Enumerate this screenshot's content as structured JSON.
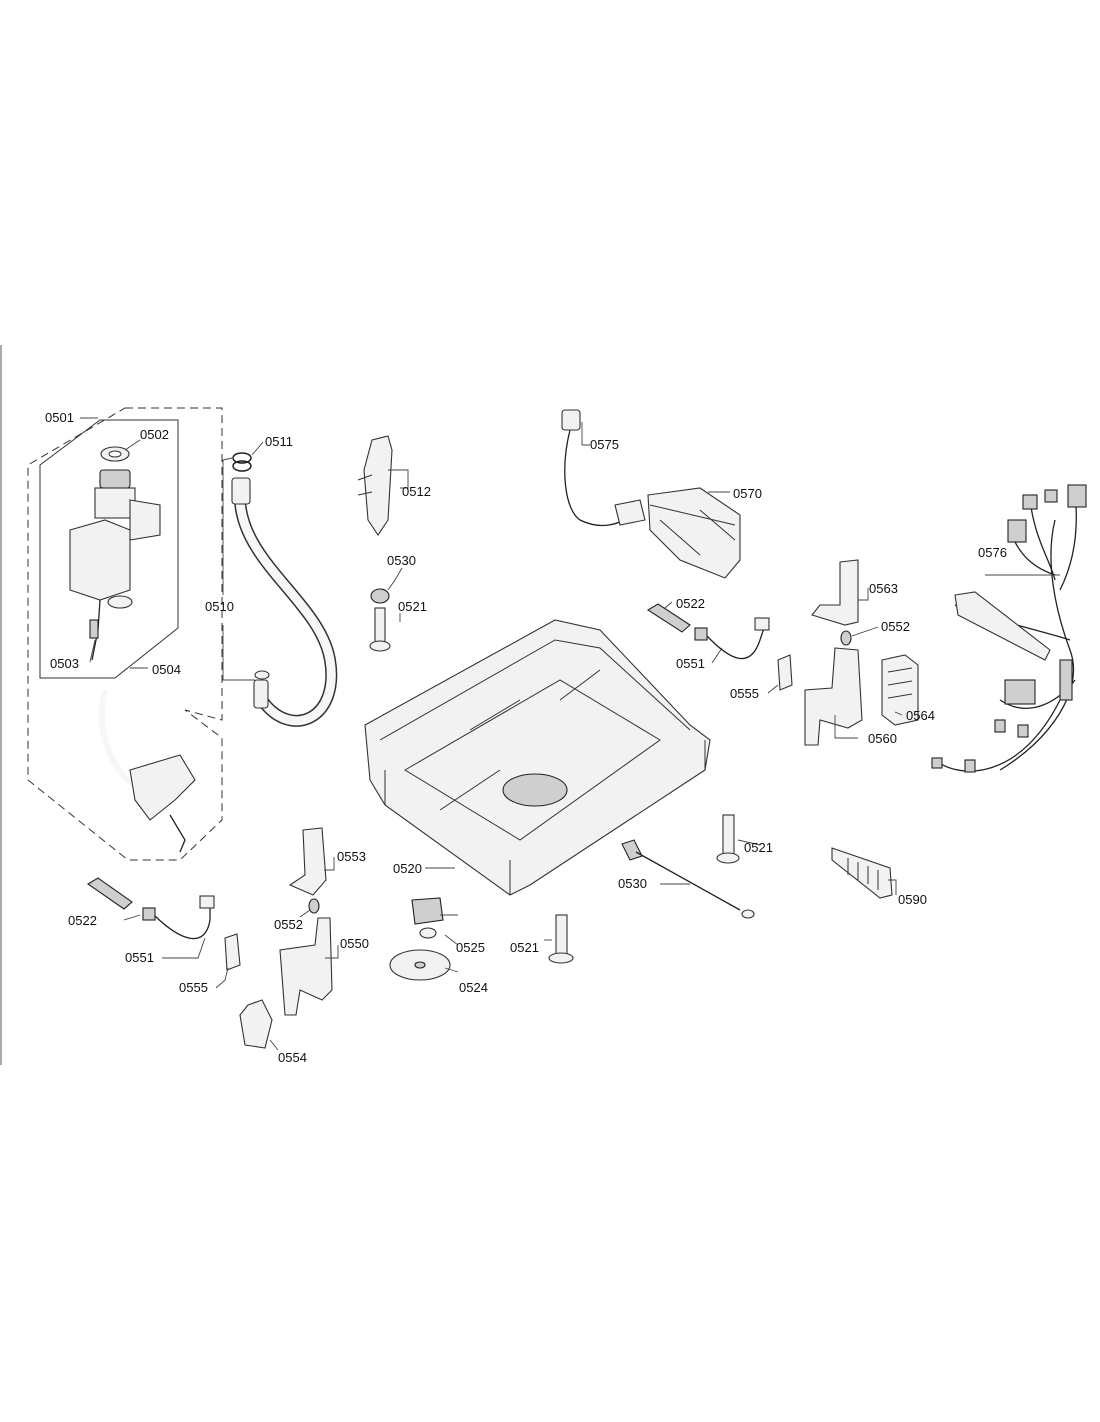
{
  "labels": {
    "l0501": "0501",
    "l0502": "0502",
    "l0503": "0503",
    "l0504": "0504",
    "l0510": "0510",
    "l0511": "0511",
    "l0512": "0512",
    "l0530a": "0530",
    "l0521a": "0521",
    "l0575": "0575",
    "l0570": "0570",
    "l0576": "0576",
    "l0522a": "0522",
    "l0551a": "0551",
    "l0555a": "0555",
    "l0563": "0563",
    "l0552a": "0552",
    "l0564": "0564",
    "l0560": "0560",
    "l0521b": "0521",
    "l0553": "0553",
    "l0520": "0520",
    "l0530b": "0530",
    "l0590": "0590",
    "l0522b": "0522",
    "l0552b": "0552",
    "l0525": "0525",
    "l0521c": "0521",
    "l0551b": "0551",
    "l0550": "0550",
    "l0524": "0524",
    "l0555b": "0555",
    "l0554": "0554"
  }
}
